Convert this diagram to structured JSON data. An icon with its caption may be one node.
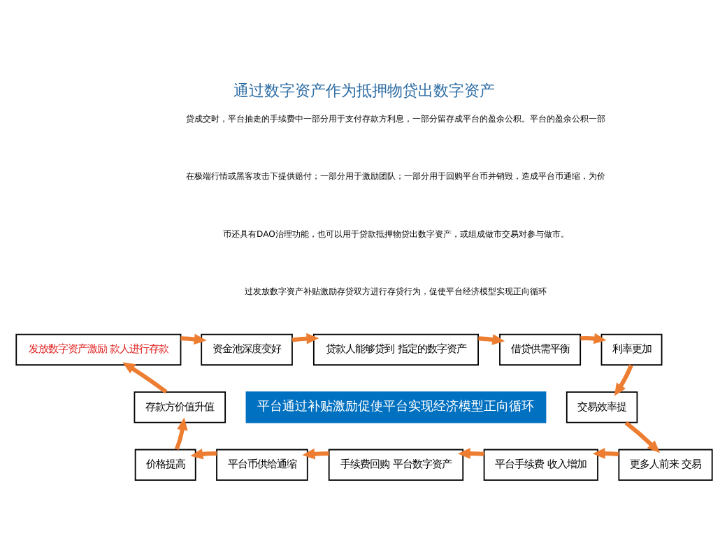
{
  "diagram": {
    "title": "通过数字资产作为抵押物贷出数字资产",
    "nodes": [
      {
        "text": [
          "发放数字资产激励 款人进行存款"
        ]
      },
      {
        "text": [
          "资金池深度变好"
        ]
      },
      {
        "text": [
          "贷款人能够贷到 指定的数字资产"
        ]
      },
      {
        "text": [
          "借贷供需平衡"
        ]
      },
      {
        "text": [
          "利率更加"
        ]
      },
      {
        "text": [
          "交易效率提"
        ]
      },
      {
        "text": [
          "更多人前来 交易"
        ]
      },
      {
        "text": [
          "平台手续费 收入增加"
        ]
      },
      {
        "text": [
          "手续费回购 平台数字资产"
        ]
      },
      {
        "text": [
          "平台币供给通缩"
        ]
      },
      {
        "text": [
          "价格提高"
        ]
      },
      {
        "text": [
          "存款方价值升值"
        ]
      },
      {
        "text": [
          "平台通过补贴激励促使平台实现经济模型正向循环"
        ]
      }
    ],
    "edges": [
      {
        "from": 0,
        "to": 1,
        "arrow": "to"
      },
      {
        "from": 1,
        "to": 2,
        "arrow": "to"
      },
      {
        "from": 2,
        "to": 3,
        "arrow": "to"
      },
      {
        "from": 3,
        "to": 4,
        "arrow": "to"
      },
      {
        "from": 4,
        "to": 5,
        "arrow": "to"
      },
      {
        "from": 5,
        "to": 6,
        "arrow": "to"
      },
      {
        "from": 6,
        "to": 7,
        "arrow": "to"
      },
      {
        "from": 7,
        "to": 8,
        "arrow": "to"
      },
      {
        "from": 8,
        "to": 9,
        "arrow": "to"
      },
      {
        "from": 9,
        "to": 10,
        "arrow": "to"
      },
      {
        "from": 10,
        "to": 11,
        "arrow": "to"
      },
      {
        "from": 11,
        "to": 0,
        "arrow": "to"
      }
    ],
    "labels": [
      "贷成交时，平台抽走的手续费中一部分用于支付存款方利息，一部分留存成平台的盈余公积。平台的盈余公积一部",
      "在极端行情或黑客攻击下提供赔付；一部分用于激励团队；一部分用于回购平台币并销毁，造成平台币通缩，为价",
      "币还具有DAO治理功能，也可以用于贷款抵押物贷出数字资产，或组成做市交易对参与做市。",
      "过发放数字资产补贴激励存贷双方进行存贷行为，促使平台经济模型实现正向循环"
    ]
  }
}
